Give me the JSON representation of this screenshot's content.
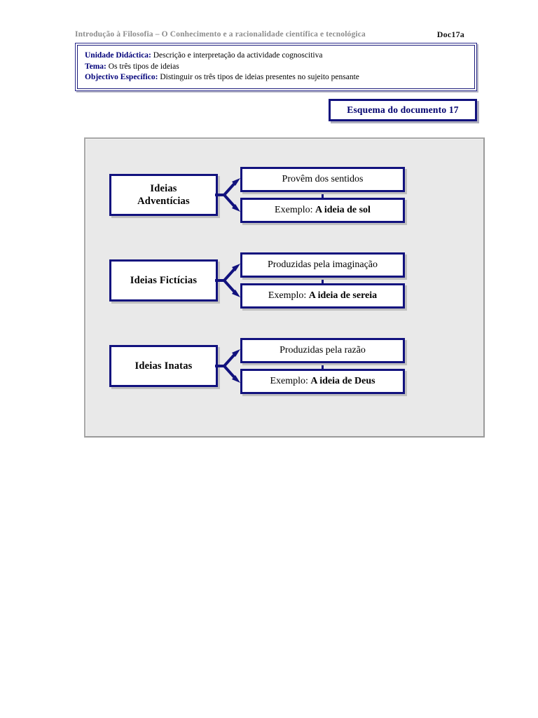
{
  "header": {
    "title": "Introdução à Filosofia – O Conhecimento e a racionalidade científica e tecnológica",
    "doc_code": "Doc17a"
  },
  "info_box": {
    "lines": [
      {
        "label": "Unidade Didáctica:",
        "value": " Descrição e interpretação da actividade cognoscitiva"
      },
      {
        "label": "Tema:",
        "value": " Os três tipos de ideias"
      },
      {
        "label": "Objectivo Específico:",
        "value": " Distinguir os três tipos de ideias presentes no sujeito pensante"
      }
    ]
  },
  "esquema_box": {
    "label": "Esquema do documento 17"
  },
  "diagram": {
    "groups": [
      {
        "category": "Ideias\nAdventícias",
        "description": "Provêm dos sentidos",
        "example_prefix": "Exemplo: ",
        "example_value": "A ideia de sol"
      },
      {
        "category": "Ideias Fictícias",
        "description": "Produzidas pela imaginação",
        "example_prefix": "Exemplo: ",
        "example_value": "A ideia de sereia"
      },
      {
        "category": "Ideias Inatas",
        "description": "Produzidas pela razão",
        "example_prefix": "Exemplo: ",
        "example_value": "A ideia de Deus"
      }
    ]
  },
  "colors": {
    "navy": "#12127e",
    "label_navy": "#00007a",
    "header_gray": "#8c8c8c",
    "panel_bg": "#e9e9e9",
    "panel_border": "#9a9a9a"
  }
}
